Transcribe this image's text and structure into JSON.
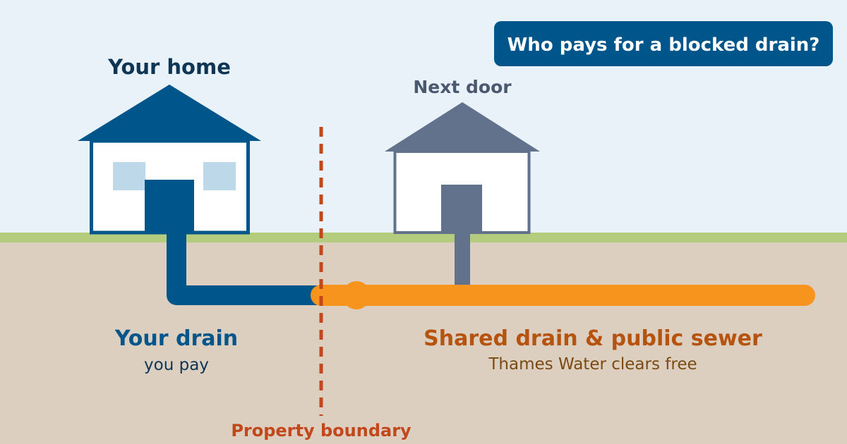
{
  "title": "Who pays for a blocked drain?",
  "homes": {
    "yours_label": "Your home",
    "neighbour_label": "Next door"
  },
  "zones": {
    "private_title": "Your drain",
    "private_sub": "you pay",
    "shared_title": "Shared drain & public sewer",
    "shared_sub": "Thames Water clears free"
  },
  "boundary_label": "Property boundary",
  "colors": {
    "sky": "#e9f2f9",
    "grass": "#b3cc7e",
    "ground": "#dccfc0",
    "brand_blue": "#00558a",
    "slate": "#63728c",
    "orange": "#f7941e",
    "boundary": "#c2471b",
    "window": "#bcd8e9"
  }
}
